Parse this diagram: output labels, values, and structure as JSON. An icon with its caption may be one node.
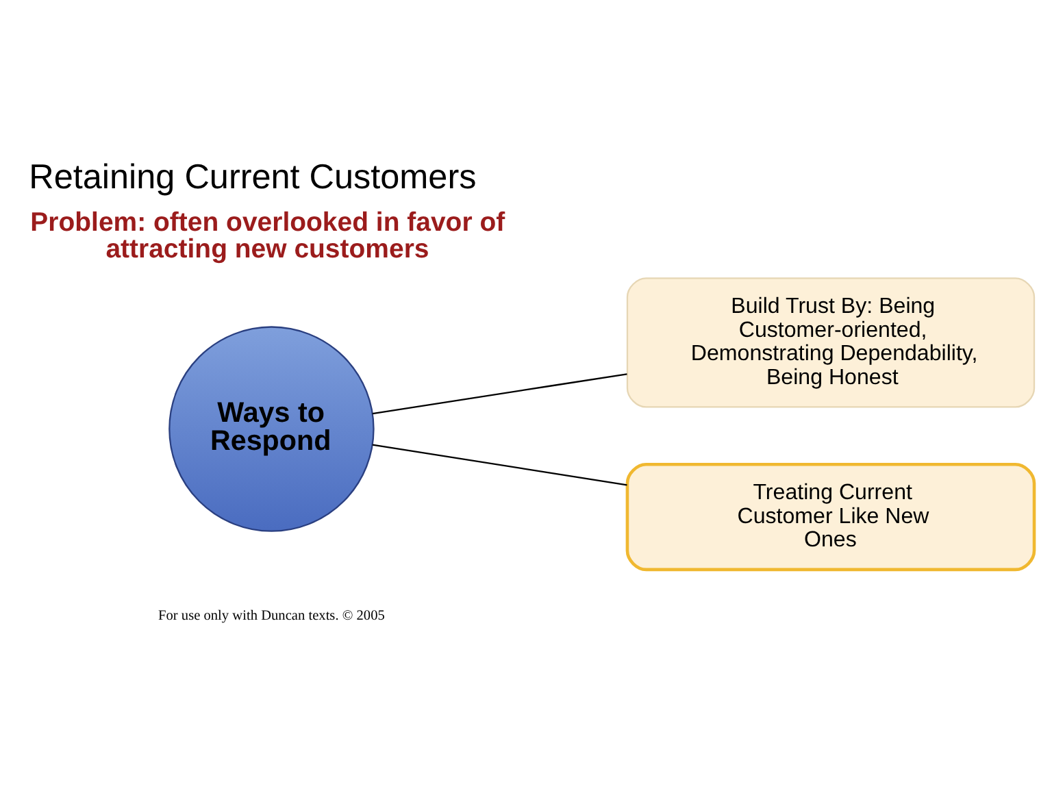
{
  "diagram": {
    "title": "Retaining Current Customers",
    "nodes": [
      {
        "text": [
          "Ways to Respond"
        ]
      },
      {
        "text": [
          "Build Trust By: Being Customer-oriented, Demonstrating Dependability, Being Honest"
        ]
      },
      {
        "text": [
          "Treating Current Customer Like New Ones"
        ]
      }
    ],
    "edges": [
      {
        "from": 0,
        "to": 1,
        "arrow": "none"
      },
      {
        "from": 0,
        "to": 2,
        "arrow": "none"
      }
    ],
    "labels": [
      "Problem: often overlooked in favor of attracting new customers",
      "For use only with Duncan texts. © 2005"
    ]
  }
}
